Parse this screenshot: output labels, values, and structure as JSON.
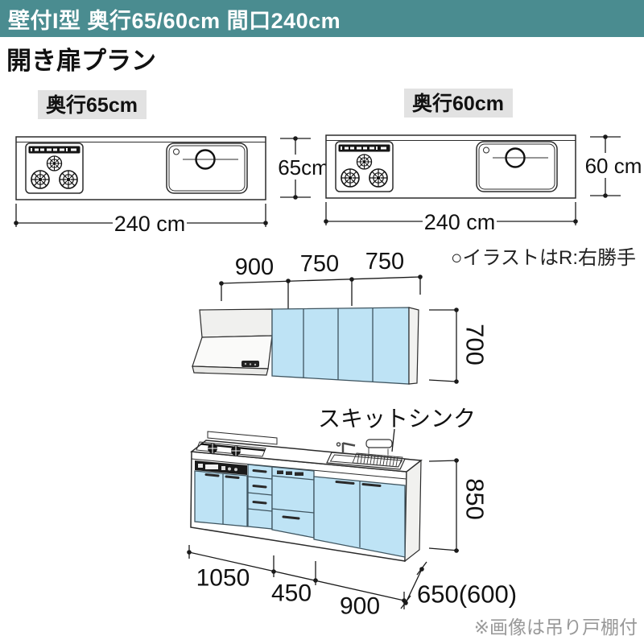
{
  "header": {
    "title": "壁付I型 奥行65/60cm 間口240cm"
  },
  "plan_title": "開き扉プラン",
  "top_views": [
    {
      "label": "奥行65cm",
      "width_dim": "240 cm",
      "depth_dim": "65cm"
    },
    {
      "label": "奥行60cm",
      "width_dim": "240 cm",
      "depth_dim": "60 cm"
    }
  ],
  "wall_cabinet": {
    "width_dims": [
      "900",
      "750",
      "750"
    ],
    "height_dim": "700"
  },
  "base_cabinet": {
    "sink_label": "スキットシンク",
    "width_dims": [
      "1050",
      "450",
      "900"
    ],
    "height_dim": "850",
    "depth_dim": "650(600)"
  },
  "notes": {
    "handedness": "○イラストはR:右勝手",
    "hanging_shelf": "※画像は吊り戸棚付"
  },
  "colors": {
    "header_bg": "#4a8c90",
    "cabinet_blue": "#bee3f5",
    "label_bg": "#e2e2e2",
    "note_gray": "#999999",
    "line": "#222222"
  }
}
